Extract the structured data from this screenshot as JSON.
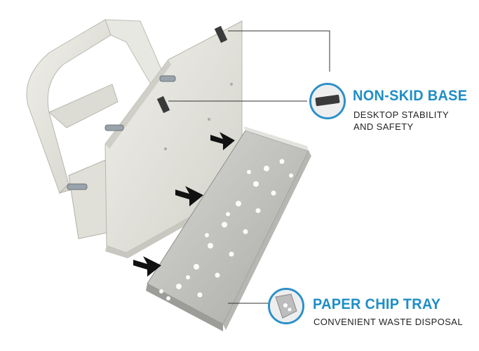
{
  "callouts": [
    {
      "title": "NON-SKID BASE",
      "subtitle_lines": [
        "DESKTOP STABILITY",
        "AND SAFETY"
      ],
      "icon": "non-skid-pad-icon"
    },
    {
      "title": "PAPER CHIP TRAY",
      "subtitle_lines": [
        "CONVENIENT WASTE DISPOSAL"
      ],
      "icon": "chip-tray-corner-icon"
    }
  ],
  "colors": {
    "accent": "#1f8ec6",
    "product_body": "#e4e4dc",
    "tray": "#c9c9c6",
    "arrow": "#111111"
  }
}
